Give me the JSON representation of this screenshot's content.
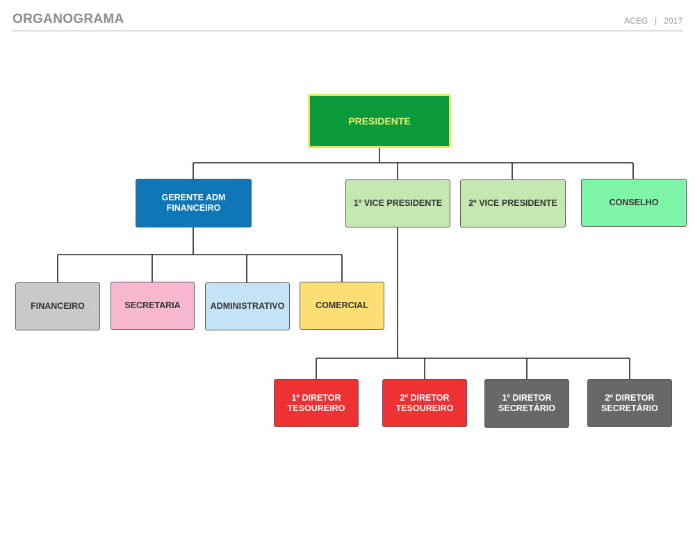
{
  "header": {
    "title": "ORGANOGRAMA",
    "org": "ACEG",
    "separator": "|",
    "year": "2017"
  },
  "nodes": {
    "presidente": {
      "label": "PRESIDENTE",
      "fill": "#0a9a3c",
      "text": "#f5e96a",
      "border": "#f2e25a"
    },
    "gerente": {
      "label": "GERENTE ADM\nFINANCEIRO",
      "fill": "#0f77b8",
      "text": "#ffffff"
    },
    "vice1": {
      "label": "1º VICE PRESIDENTE",
      "fill": "#c5e8b0",
      "text": "#333333"
    },
    "vice2": {
      "label": "2º VICE PRESIDENTE",
      "fill": "#c5e8b0",
      "text": "#333333"
    },
    "conselho": {
      "label": "CONSELHO",
      "fill": "#7ef5a6",
      "text": "#333333"
    },
    "financeiro": {
      "label": "FINANCEIRO",
      "fill": "#c9c9c9",
      "text": "#333333"
    },
    "secretaria": {
      "label": "SECRETARIA",
      "fill": "#f6b7cf",
      "text": "#333333"
    },
    "administrativo": {
      "label": "ADMINISTRATIVO",
      "fill": "#c4e3f7",
      "text": "#333333"
    },
    "comercial": {
      "label": "COMERCIAL",
      "fill": "#fcdf74",
      "text": "#333333"
    },
    "dir_tes1": {
      "label": "1º DIRETOR\nTESOUREIRO",
      "fill": "#ee3234",
      "text": "#ffffff"
    },
    "dir_tes2": {
      "label": "2º DIRETOR\nTESOUREIRO",
      "fill": "#ee3234",
      "text": "#ffffff"
    },
    "dir_sec1": {
      "label": "1º DIRETOR\nSECRETÁRIO",
      "fill": "#686868",
      "text": "#ffffff"
    },
    "dir_sec2": {
      "label": "2º DIRETOR\nSECRETÁRIO",
      "fill": "#686868",
      "text": "#ffffff"
    }
  },
  "connector_color": "#222222"
}
